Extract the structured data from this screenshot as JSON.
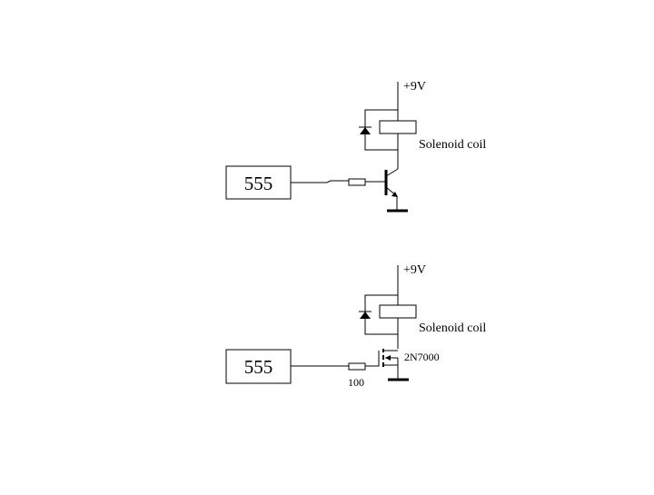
{
  "circuits": [
    {
      "supply_label": "+9V",
      "coil_label": "Solenoid coil",
      "timer_label": "555",
      "switch_type": "npn-transistor"
    },
    {
      "supply_label": "+9V",
      "coil_label": "Solenoid coil",
      "timer_label": "555",
      "switch_type": "n-channel-mosfet",
      "mosfet_label": "2N7000",
      "resistor_label": "100"
    }
  ]
}
